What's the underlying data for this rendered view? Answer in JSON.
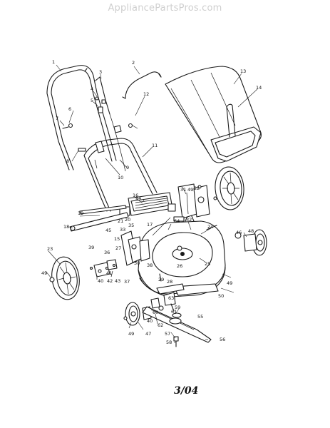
{
  "watermark": "AppliancePartsPros.com",
  "date_code": "3/04",
  "callouts": [
    "1",
    "2",
    "3",
    "4",
    "5",
    "6",
    "7",
    "8",
    "9",
    "10",
    "11",
    "12",
    "13",
    "14",
    "15",
    "16",
    "17",
    "18",
    "19",
    "20",
    "21",
    "22",
    "23",
    "24",
    "25",
    "26",
    "27",
    "28",
    "29",
    "30",
    "31",
    "32",
    "33",
    "34",
    "35",
    "36",
    "37",
    "38",
    "39",
    "40",
    "40",
    "41",
    "42",
    "43",
    "45",
    "46",
    "47",
    "48",
    "49",
    "49",
    "49",
    "49",
    "50",
    "55",
    "56",
    "57",
    "58",
    "59",
    "60",
    "61",
    "62",
    "63",
    "64"
  ]
}
